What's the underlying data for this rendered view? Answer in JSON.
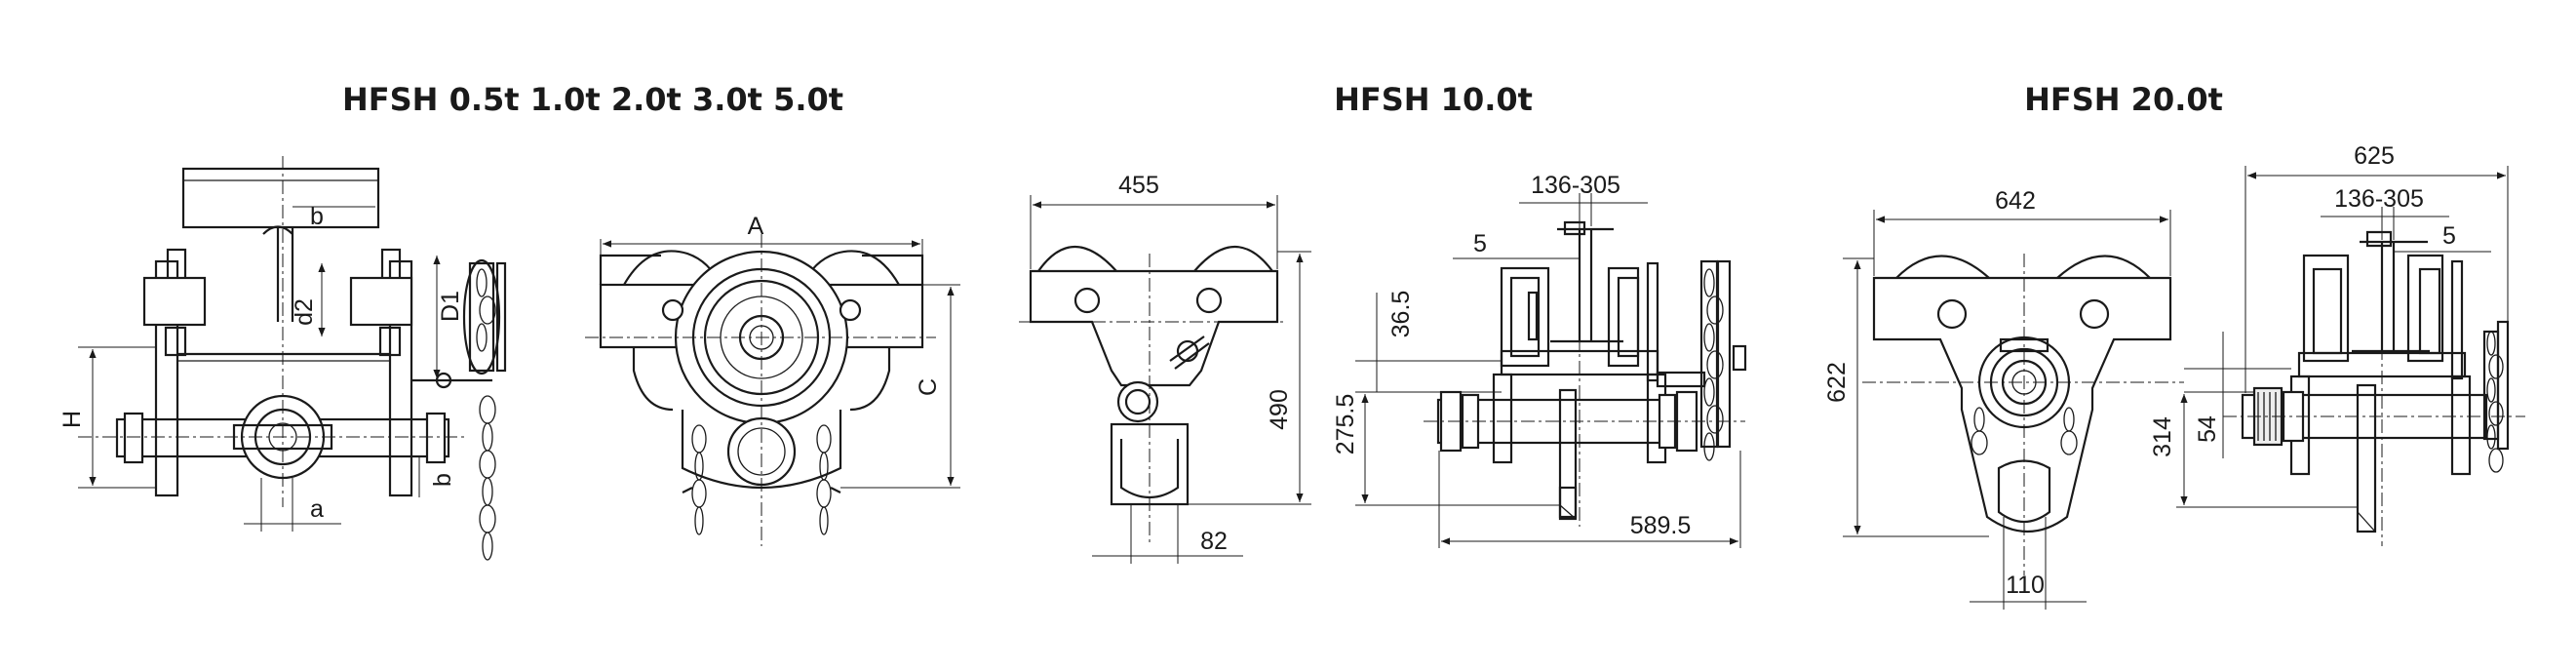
{
  "titles": {
    "small_models": "HFSH 0.5t 1.0t 2.0t 3.0t 5.0t",
    "medium_model": "HFSH 10.0t",
    "large_model": "HFSH 20.0t"
  },
  "dimensions": {
    "small": {
      "b_beam": "b",
      "d2": "d2",
      "D1": "D1",
      "H": "H",
      "a": "a",
      "b_lower": "b",
      "A": "A",
      "C": "C"
    },
    "medium": {
      "width": "455",
      "height": "490",
      "hook_width": "82",
      "flange_range": "136-305",
      "gap": "5",
      "offset": "36.5",
      "center_height": "275.5",
      "total_length": "589.5"
    },
    "large": {
      "width": "642",
      "height": "622",
      "hook_width": "110",
      "side_width": "625",
      "flange_range": "136-305",
      "gap": "5",
      "center_height": "314",
      "offset": "54"
    }
  }
}
